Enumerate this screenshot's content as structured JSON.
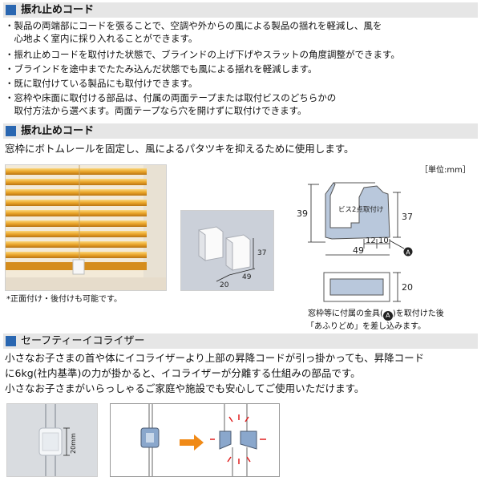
{
  "section1": {
    "title": "振れ止めコード",
    "bullets": [
      "・製品の両端部にコードを張ることで、空調や外からの風による製品の揺れを軽減し、風を",
      "　心地よく室内に採り入れることができます。",
      "・振れ止めコードを取付けた状態で、ブラインドの上げ下げやスラットの角度調整ができます。",
      "・ブラインドを途中までたたみ込んだ状態でも風による揺れを軽減します。",
      "・既に取付けている製品にも取付けできます。",
      "・窓枠や床面に取付ける部品は、付属の両面テープまたは取付ビスのどちらかの",
      "　取付方法から選べます。両面テープなら穴を開けずに取付けできます。"
    ]
  },
  "section2": {
    "title": "振れ止めコード",
    "description": "窓枠にボトムレールを固定し、風によるパタツキを抑えるために使用します。",
    "photo_note": "*正面付け・後付けも可能です。",
    "unit_label": "［単位:mm］",
    "dims": {
      "height_39": "39",
      "height_37": "37",
      "screw_label": "ビス2点取付け",
      "w12": "12",
      "w10": "10",
      "w49": "49",
      "h20": "20",
      "part_w20": "20",
      "part_d49": "49",
      "part_h37": "37",
      "marker": "A"
    },
    "caption_line1": "窓枠等に付属の金具(",
    "caption_marker": "A",
    "caption_line1_end": ")を取付けた後",
    "caption_line2": "「あふりどめ」を差し込みます。"
  },
  "section3": {
    "title": "セーフティーイコライザー",
    "lines": [
      "小さなお子さまの首や体にイコライザーより上部の昇降コードが引っ掛かっても、昇降コード",
      "に6kg(社内基準)の力が掛かると、イコライザーが分離する仕組みの部品です。",
      "小さなお子さまがいらっしゃるご家庭や施設でも安心してご使用いただけます。"
    ],
    "photo_dim": "20mm"
  },
  "colors": {
    "header_bg": "#e6e6e6",
    "header_square": "#2a67b1",
    "blind_gold": "#e9a52a",
    "part_blue": "#b9c8dc",
    "arrow_orange": "#f08a17",
    "spark_red": "#e02020"
  }
}
